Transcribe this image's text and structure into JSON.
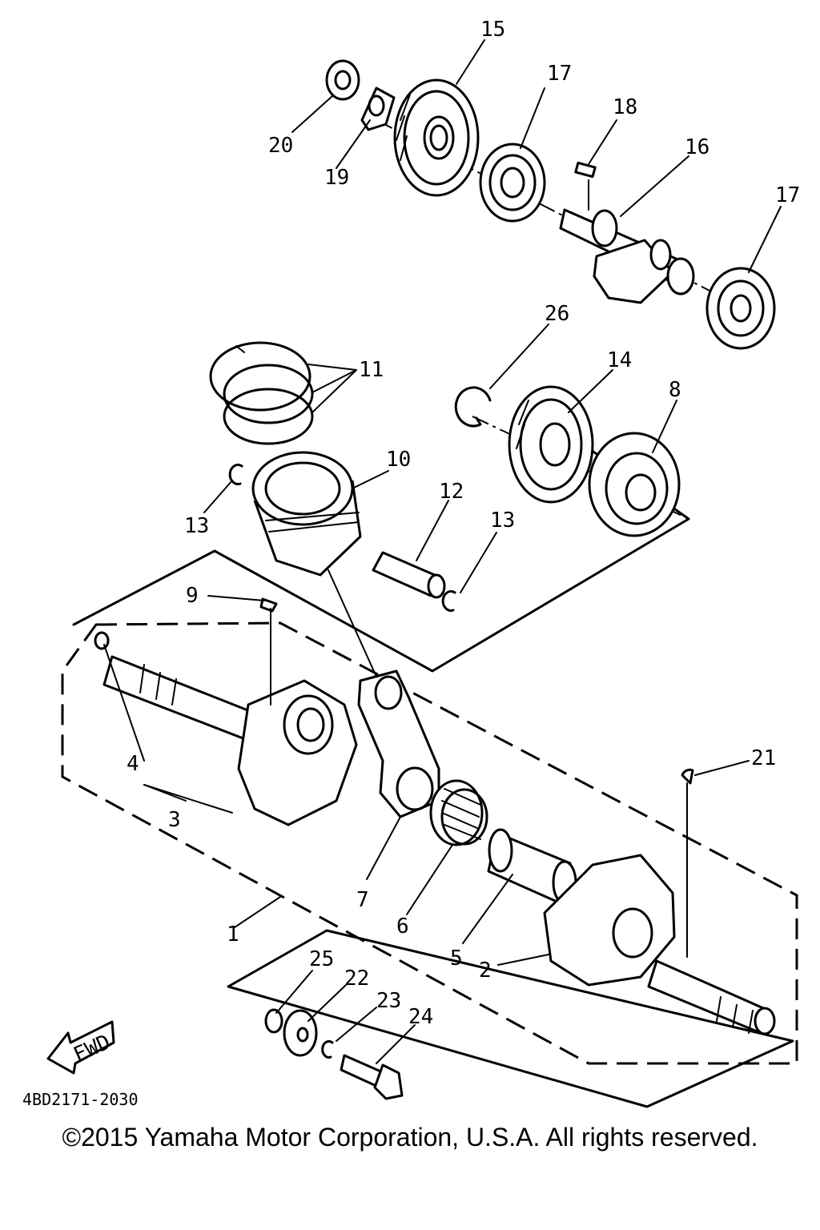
{
  "callouts": {
    "c1": "1",
    "c2": "2",
    "c3": "3",
    "c4": "4",
    "c5": "5",
    "c6": "6",
    "c7": "7",
    "c8": "8",
    "c9": "9",
    "c10": "10",
    "c11": "11",
    "c12": "12",
    "c13a": "13",
    "c13b": "13",
    "c14": "14",
    "c15": "15",
    "c16": "16",
    "c17a": "17",
    "c17b": "17",
    "c18": "18",
    "c19": "19",
    "c20": "20",
    "c21": "21",
    "c22": "22",
    "c23": "23",
    "c24": "24",
    "c25": "25",
    "c26": "26"
  },
  "fwd_label": "FWD",
  "drawing_code": "4BD2171-2030",
  "copyright": "©2015 Yamaha Motor Corporation, U.S.A. All rights reserved."
}
